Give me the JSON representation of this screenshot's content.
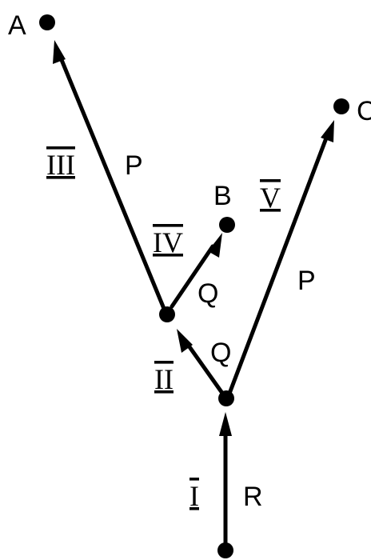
{
  "nodes": {
    "A": {
      "label": "A"
    },
    "B": {
      "label": "B"
    },
    "C": {
      "label": "C"
    }
  },
  "edges": {
    "I": {
      "numeral": "I",
      "letter": "R"
    },
    "II": {
      "numeral": "II",
      "letter": "Q"
    },
    "III": {
      "numeral": "III",
      "letter": "P"
    },
    "IV": {
      "numeral": "IV",
      "letter": "Q"
    },
    "V": {
      "numeral": "V",
      "letter": "P"
    }
  },
  "colors": {
    "ink": "#000000",
    "background": "#ffffff"
  }
}
